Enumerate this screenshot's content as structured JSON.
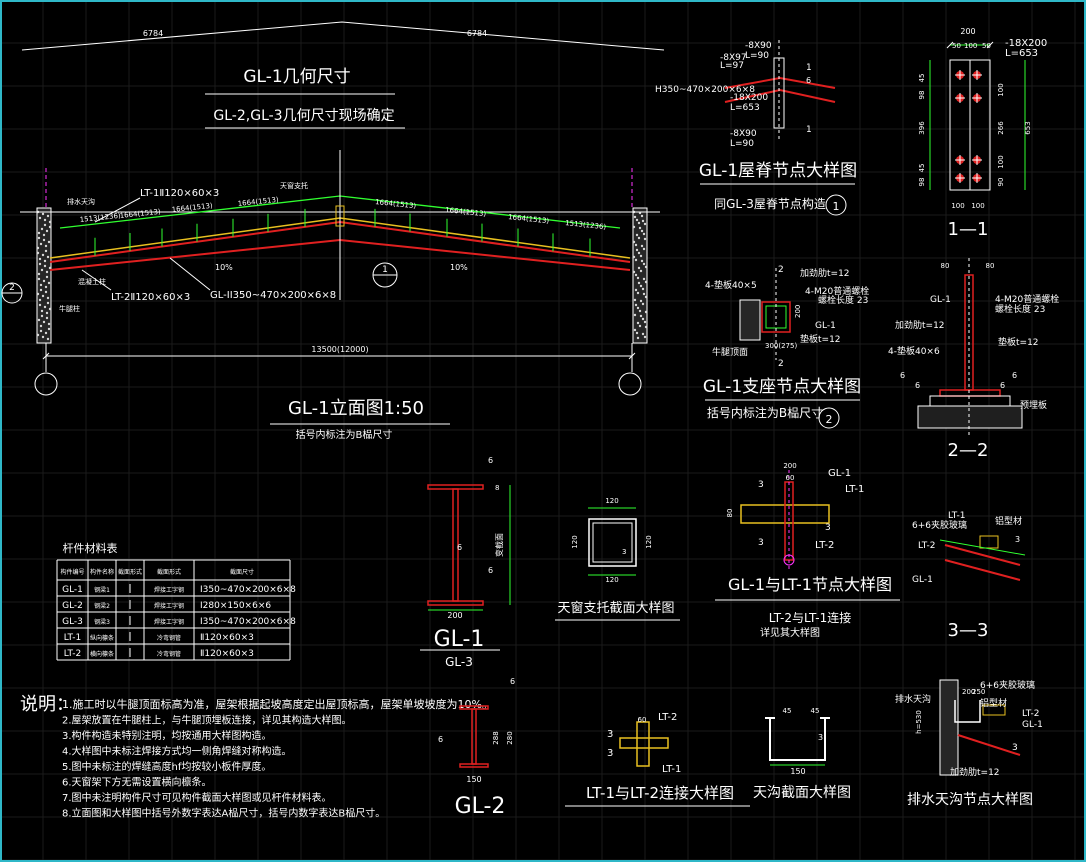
{
  "drawing": {
    "top_dims": [
      "6784",
      "6784"
    ],
    "main_title": "GL-1几何尺寸",
    "main_subtitle": "GL-2,GL-3几何尺寸现场确定",
    "elev": {
      "label_gutter": "排水天沟",
      "label_lt1": "LT-1Ⅱ120×60×3",
      "label_lt2": "LT-2Ⅱ120×60×3",
      "label_gl": "GL-ⅠI350~470×200×6×8",
      "label_skylight": "天窗支托",
      "label_bracket": "牛腿柱",
      "label_cap": "混凝土柱",
      "slope_left": "10%",
      "slope_right": "10%",
      "dims_left": [
        "1513(1236)",
        "1664(1513)",
        "1664(1513)",
        "1664(1513)"
      ],
      "dims_right": [
        "1664(1513)",
        "1664(1513)",
        "1664(1513)",
        "1513(1236)"
      ],
      "total_span": "13500(12000)",
      "marker_2": "2",
      "marker_1": "1",
      "title": "GL-1立面图1:50",
      "subtitle": "括号内标注为B榀尺寸"
    },
    "ridge": {
      "title": "GL-1屋脊节点大样图",
      "subtitle": "同GL-3屋脊节点构造",
      "circle": "1",
      "labels": [
        "-8X90",
        "L=90",
        "-8X97",
        "L=97",
        "H350~470×200×6×8",
        "-18X200",
        "L=653",
        "-8X90",
        "L=90"
      ],
      "weld": "6",
      "section_mark": "1"
    },
    "plate11": {
      "dims_top": [
        "200",
        "50",
        "100",
        "50"
      ],
      "label1": "-18X200",
      "label2": "L=653",
      "dims_left": [
        "45",
        "98",
        "396",
        "45",
        "98"
      ],
      "dims_right": [
        "100",
        "266",
        "100",
        "90"
      ],
      "total": "653",
      "dims_bottom": [
        "100",
        "100"
      ],
      "title": "1—1"
    },
    "support": {
      "title": "GL-1支座节点大样图",
      "subtitle": "括号内标注为B榀尺寸",
      "circle": "2",
      "labels": [
        "4-垫板40×5",
        "加劲肋t=12",
        "4-M20普通螺栓",
        "螺栓长度 23",
        "GL-1",
        "垫板t=12",
        "牛腿顶面"
      ],
      "dims": [
        "300(275)",
        "200"
      ],
      "mark": "2"
    },
    "sec22": {
      "dims_top": [
        "80",
        "80"
      ],
      "labels": [
        "GL-1",
        "4-M20普通螺栓",
        "螺栓长度 23",
        "加劲肋t=12",
        "垫板t=12",
        "4-垫板40×6",
        "预埋板"
      ],
      "welds": [
        "6",
        "6",
        "6",
        "6"
      ],
      "title": "2—2"
    },
    "glsec": {
      "weld_top": "6",
      "weld_bot": "6",
      "web": "6",
      "flange_t": "8",
      "height": "变截面",
      "width": "200",
      "title": "GL-1",
      "subtitle": "GL-3"
    },
    "skysec": {
      "top": "120",
      "left": "120",
      "right": "120",
      "bottom": "120",
      "thk": "3",
      "title": "天窗支托截面大样图"
    },
    "gllt": {
      "dims_top": [
        "200",
        "60"
      ],
      "labels": [
        "GL-1",
        "LT-1",
        "LT-2"
      ],
      "welds": [
        "3",
        "3",
        "3"
      ],
      "dim_left": "80",
      "title": "GL-1与LT-1节点大样图",
      "subtitle1": "LT-2与LT-1连接",
      "subtitle2": "详见其大样图"
    },
    "sec33": {
      "labels": [
        "LT-1",
        "6+6夹胶玻璃",
        "铝型材",
        "LT-2",
        "GL-1"
      ],
      "weld": "3",
      "title": "3—3"
    },
    "table": {
      "title": "杆件材料表",
      "headers": [
        "构件编号",
        "构件名称",
        "截面形式",
        "截面形式",
        "截面尺寸"
      ],
      "rows": [
        [
          "GL-1",
          "钢梁1",
          "",
          "焊接工字钢",
          "I350~470×200×6×8"
        ],
        [
          "GL-2",
          "钢梁2",
          "",
          "焊接工字钢",
          "I280×150×6×6"
        ],
        [
          "GL-3",
          "钢梁3",
          "",
          "焊接工字钢",
          "I350~470×200×6×8"
        ],
        [
          "LT-1",
          "纵向檩条",
          "",
          "冷弯钢管",
          "Ⅱ120×60×3"
        ],
        [
          "LT-2",
          "横向檩条",
          "",
          "冷弯钢管",
          "Ⅱ120×60×3"
        ]
      ]
    },
    "notes": {
      "heading": "说明：",
      "items": [
        "1.施工时以牛腿顶面标高为准，屋架根据起坡高度定出屋顶标高，屋架单坡坡度为10%。",
        "2.屋架放置在牛腿柱上，与牛腿顶埋板连接，详见其构造大样图。",
        "3.构件构造未特别注明，均按通用大样图构造。",
        "4.大样图中未标注焊接方式均一侧角焊缝对称构造。",
        "5.图中未标注的焊缝高度hf均按较小板件厚度。",
        "6.天窗架下方无需设置横向檩条。",
        "7.图中未注明构件尺寸可见构件截面大样图或见杆件材料表。",
        "8.立面图和大样图中括号外数字表达A榀尺寸，括号内数字表达B榀尺寸。"
      ]
    },
    "gl2": {
      "weld_top": "6",
      "weld_left": "6",
      "dims": [
        "288",
        "280"
      ],
      "width": "150",
      "title": "GL-2"
    },
    "lt12": {
      "labels": [
        "LT-2",
        "LT-1",
        "3",
        "3"
      ],
      "dim": "60",
      "title": "LT-1与LT-2连接大样图"
    },
    "gutter": {
      "dims_top": [
        "45",
        "45"
      ],
      "width": "150",
      "thk": "3",
      "title": "天沟截面大样图"
    },
    "drain": {
      "labels": [
        "排水天沟",
        "6+6夹胶玻璃",
        "铝型材",
        "LT-2",
        "GL-1",
        "加劲肋t=12"
      ],
      "dims": [
        "h=530",
        "200",
        "250"
      ],
      "weld": "3",
      "title": "排水天沟节点大样图"
    }
  }
}
